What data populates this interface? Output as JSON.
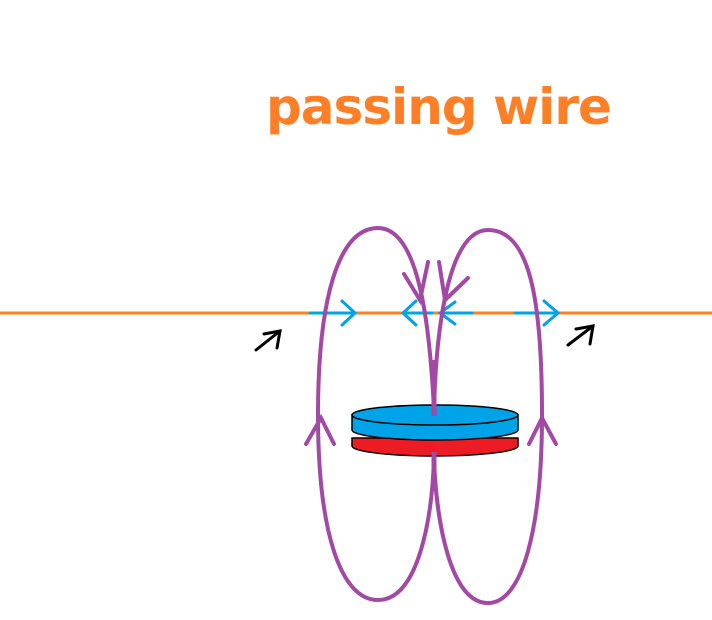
{
  "title": "passing wire",
  "colors": {
    "title": "#ff7f27",
    "wire": "#ff7f27",
    "field_lines": "#a349a4",
    "current_arrows": "#00a2e8",
    "magnet_top": "#00a2e8",
    "magnet_bottom": "#ed1c24",
    "outline": "#000000",
    "motion_arrows": "#000000"
  },
  "elements": {
    "wire": {
      "label": "wire",
      "direction": "horizontal"
    },
    "magnet": {
      "label": "disc magnet",
      "top_pole_color": "blue",
      "bottom_pole_color": "red"
    },
    "field_loops": [
      {
        "label": "left loop",
        "flow": "up on outer side, down toward center"
      },
      {
        "label": "right loop",
        "flow": "up on outer side, down toward center"
      }
    ],
    "current_arrows": [
      {
        "label": "left outer",
        "direction": "right"
      },
      {
        "label": "left inner",
        "direction": "left"
      },
      {
        "label": "right inner",
        "direction": "left"
      },
      {
        "label": "right outer",
        "direction": "right"
      }
    ],
    "motion_arrows": [
      {
        "label": "left",
        "direction": "up-right"
      },
      {
        "label": "right",
        "direction": "up-right"
      }
    ]
  }
}
